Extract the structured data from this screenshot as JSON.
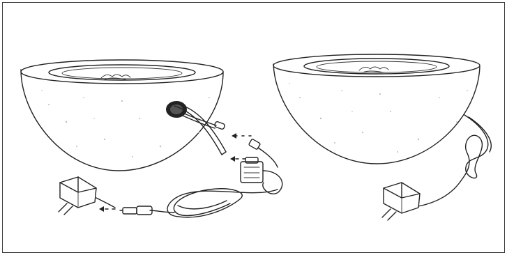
{
  "figure": {
    "panels": [
      {
        "id": "assembly",
        "parts": [
          "fire-bowl",
          "cable-grommet",
          "water-tube",
          "connector",
          "pump",
          "power-cable",
          "inline-connector",
          "power-plug"
        ],
        "arrows": 3
      },
      {
        "id": "assembled",
        "parts": [
          "fire-bowl",
          "power-cable",
          "power-plug"
        ]
      }
    ],
    "colors": {
      "line": "#222222",
      "speckle": "#bdbdbd",
      "frame": "#3a3a3a"
    },
    "icons": [
      "pump-icon",
      "plug-icon",
      "connector-icon",
      "arrow-icon"
    ]
  }
}
